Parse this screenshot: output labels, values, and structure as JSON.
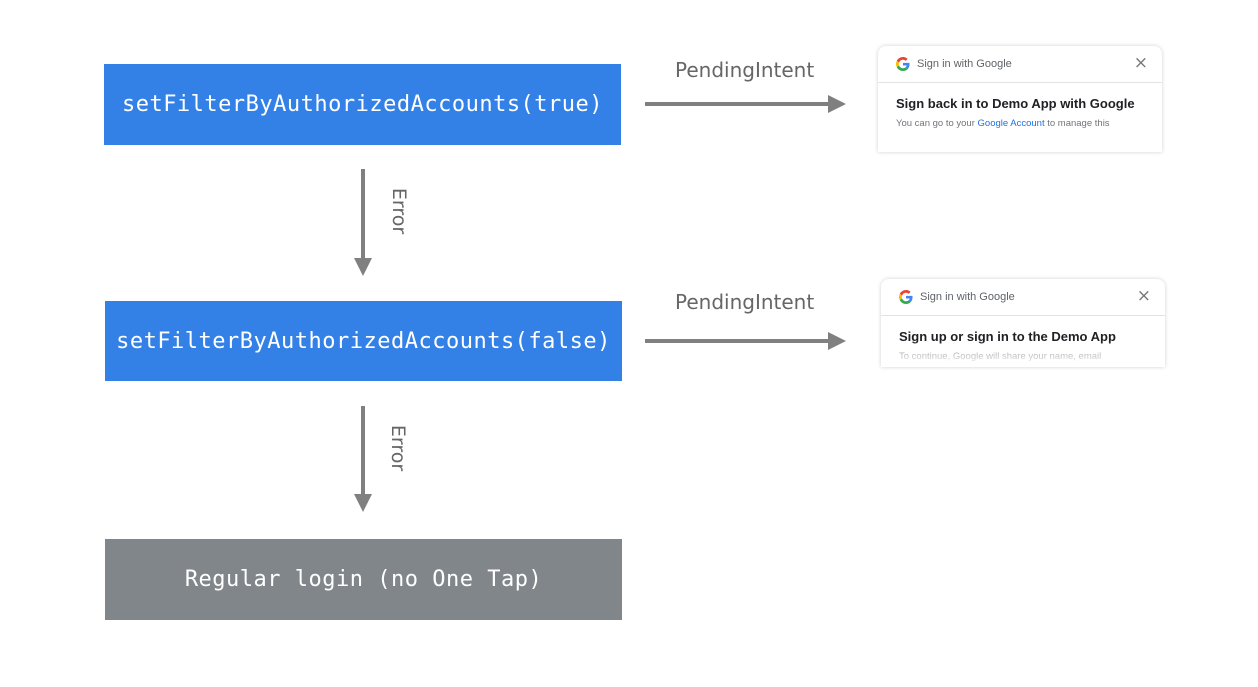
{
  "boxes": {
    "true_label": "setFilterByAuthorizedAccounts(true)",
    "false_label": "setFilterByAuthorizedAccounts(false)",
    "regular_label": "Regular login (no One Tap)"
  },
  "arrows": {
    "pending_intent_1": "PendingIntent",
    "pending_intent_2": "PendingIntent",
    "error_1": "Error",
    "error_2": "Error"
  },
  "card1": {
    "header": "Sign in with Google",
    "close": "×",
    "heading": "Sign back in to Demo App with Google",
    "body_prefix": "You can go to your ",
    "body_link": "Google Account",
    "body_suffix": " to manage this"
  },
  "card2": {
    "header": "Sign in with Google",
    "close": "×",
    "heading": "Sign up or sign in to the Demo App",
    "body": "To continue, Google will share your name, email"
  },
  "colors": {
    "box_blue": "#3381e6",
    "box_gray": "#80868a",
    "arrow": "#808080",
    "label_text": "#666666"
  }
}
